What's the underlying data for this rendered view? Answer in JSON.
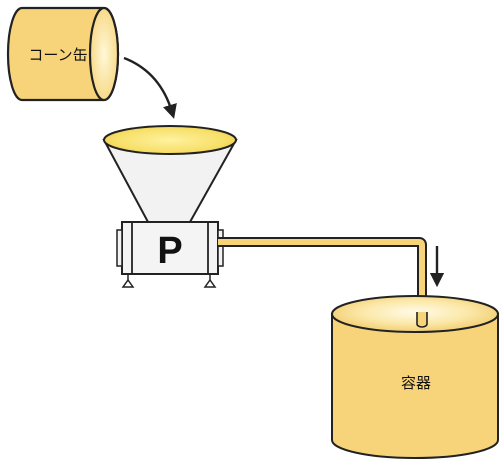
{
  "diagram": {
    "can_label": "コーン缶",
    "pump_label": "P",
    "container_label": "容器"
  },
  "colors": {
    "fill": "#f7d47a",
    "fill_light": "#fdf3c4",
    "outline": "#222222",
    "funnel_fill": "#f2f2f2",
    "pump_fill": "#f4f4f4"
  }
}
